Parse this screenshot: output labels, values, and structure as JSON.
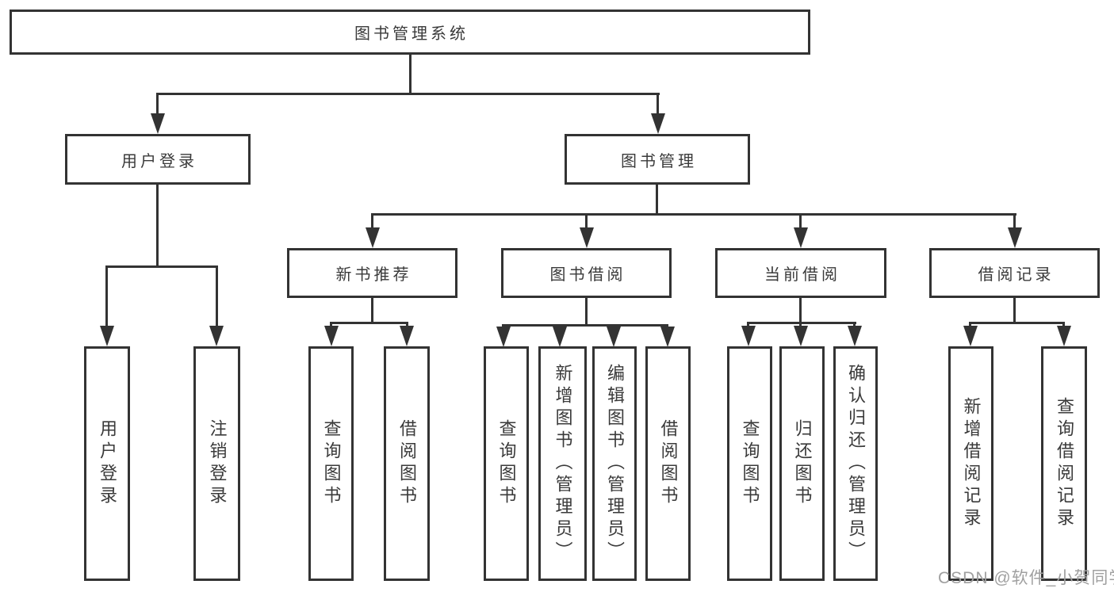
{
  "diagram": {
    "root": {
      "label": "图书管理系统"
    },
    "level2": [
      {
        "label": "用户登录"
      },
      {
        "label": "图书管理"
      }
    ],
    "level3": [
      {
        "label": "新书推荐",
        "parent": "图书管理"
      },
      {
        "label": "图书借阅",
        "parent": "图书管理"
      },
      {
        "label": "当前借阅",
        "parent": "图书管理"
      },
      {
        "label": "借阅记录",
        "parent": "图书管理"
      }
    ],
    "leaves": [
      {
        "label": "用户登录",
        "parent": "用户登录"
      },
      {
        "label": "注销登录",
        "parent": "用户登录"
      },
      {
        "label": "查询图书",
        "parent": "新书推荐"
      },
      {
        "label": "借阅图书",
        "parent": "新书推荐"
      },
      {
        "label": "查询图书",
        "parent": "图书借阅"
      },
      {
        "label": "新增图书（管理员）",
        "parent": "图书借阅"
      },
      {
        "label": "编辑图书（管理员）",
        "parent": "图书借阅"
      },
      {
        "label": "借阅图书",
        "parent": "图书借阅"
      },
      {
        "label": "查询图书",
        "parent": "当前借阅"
      },
      {
        "label": "归还图书",
        "parent": "当前借阅"
      },
      {
        "label": "确认归还（管理员）",
        "parent": "当前借阅"
      },
      {
        "label": "新增借阅记录",
        "parent": "借阅记录"
      },
      {
        "label": "查询借阅记录",
        "parent": "借阅记录"
      }
    ]
  },
  "watermark": {
    "text": "CSDN @软件_小贺同学"
  },
  "colors": {
    "line": "#333333",
    "text": "#3a3a3a",
    "watermark": "#a0a0a0",
    "background": "#ffffff"
  }
}
